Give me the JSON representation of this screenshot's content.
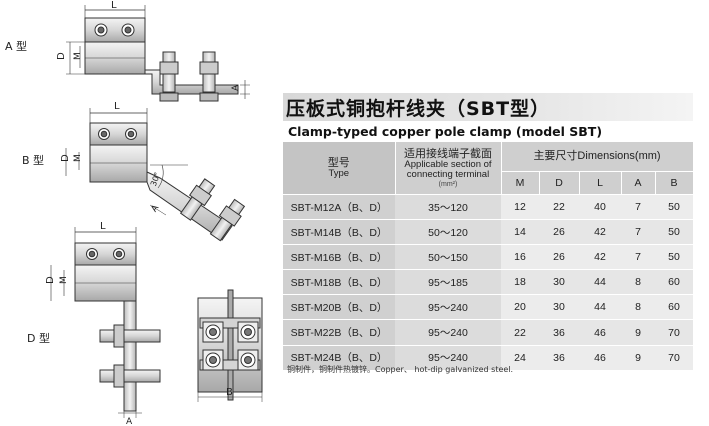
{
  "title_cn": "压板式铜抱杆线夹（SBT型）",
  "title_en": "Clamp-typed copper pole clamp (model SBT)",
  "types": {
    "a": "A 型",
    "b": "B 型",
    "d": "D 型"
  },
  "dim_labels": {
    "L": "L",
    "D": "D",
    "M": "M",
    "A": "A",
    "B": "B",
    "angle": "30°"
  },
  "table": {
    "model_cn": "型号",
    "model_en": "Type",
    "section_cn": "适用接线端子截面",
    "section_en": "Applicable section of connecting terminal",
    "section_unit": "(mm²)",
    "dims_header": "主要尺寸Dimensions(mm)",
    "dim_columns": [
      "M",
      "D",
      "L",
      "A",
      "B"
    ],
    "rows": [
      {
        "model": "SBT-M12A（B、D）",
        "section": "35～120",
        "M": "12",
        "D": "22",
        "L": "40",
        "A": "7",
        "B": "50"
      },
      {
        "model": "SBT-M14B（B、D）",
        "section": "50～120",
        "M": "14",
        "D": "26",
        "L": "42",
        "A": "7",
        "B": "50"
      },
      {
        "model": "SBT-M16B（B、D）",
        "section": "50～150",
        "M": "16",
        "D": "26",
        "L": "42",
        "A": "7",
        "B": "50"
      },
      {
        "model": "SBT-M18B（B、D）",
        "section": "95～185",
        "M": "18",
        "D": "30",
        "L": "44",
        "A": "8",
        "B": "60"
      },
      {
        "model": "SBT-M20B（B、D）",
        "section": "95～240",
        "M": "20",
        "D": "30",
        "L": "44",
        "A": "8",
        "B": "60"
      },
      {
        "model": "SBT-M22B（B、D）",
        "section": "95～240",
        "M": "22",
        "D": "36",
        "L": "46",
        "A": "9",
        "B": "70"
      },
      {
        "model": "SBT-M24B（B、D）",
        "section": "95～240",
        "M": "24",
        "D": "36",
        "L": "46",
        "A": "9",
        "B": "70"
      }
    ]
  },
  "note": "铜制件，铜制件热镀锌。Copper、 hot-dip galvanized steel."
}
